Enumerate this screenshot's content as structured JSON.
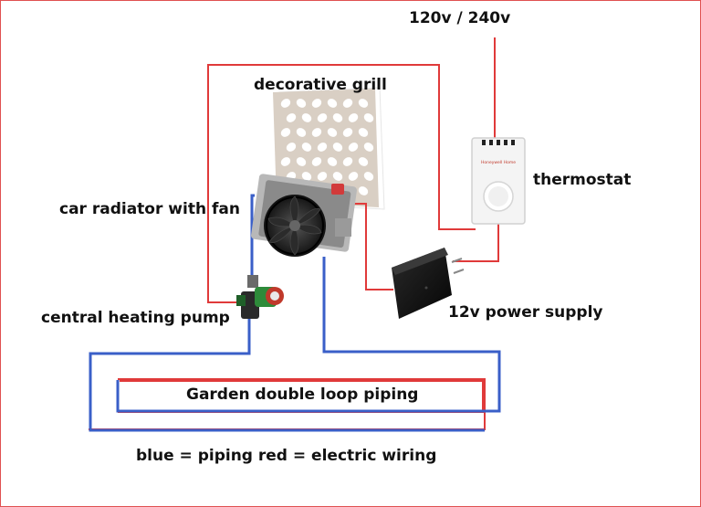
{
  "labels": {
    "mains": "120v / 240v",
    "grill": "decorative grill",
    "thermostat": "thermostat",
    "radiator": "car radiator with fan",
    "power_supply": "12v power supply",
    "pump": "central heating pump",
    "garden": "Garden double loop piping",
    "legend": "blue = piping  red = electric wiring"
  },
  "thermostat_brand": "Honeywell Home",
  "colors": {
    "piping": "#3a5fc8",
    "wiring": "#e03a3a",
    "grill_panel": "#d9cfc4",
    "pump_green": "#2e8b3a",
    "pump_red": "#c0392b",
    "power_supply": "#111111",
    "thermostat_body": "#f4f4f4"
  }
}
